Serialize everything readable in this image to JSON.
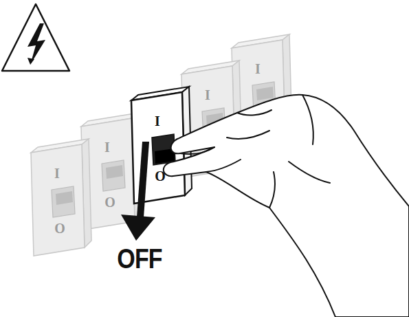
{
  "diagram": {
    "nodes": [
      {
        "text": [
          "I",
          "O"
        ]
      },
      {
        "text": [
          "I",
          "O"
        ]
      },
      {
        "text": [
          "I",
          "O"
        ]
      },
      {
        "text": [
          "I"
        ]
      },
      {
        "text": [
          "I"
        ]
      }
    ],
    "labels": [
      "OFF"
    ]
  }
}
